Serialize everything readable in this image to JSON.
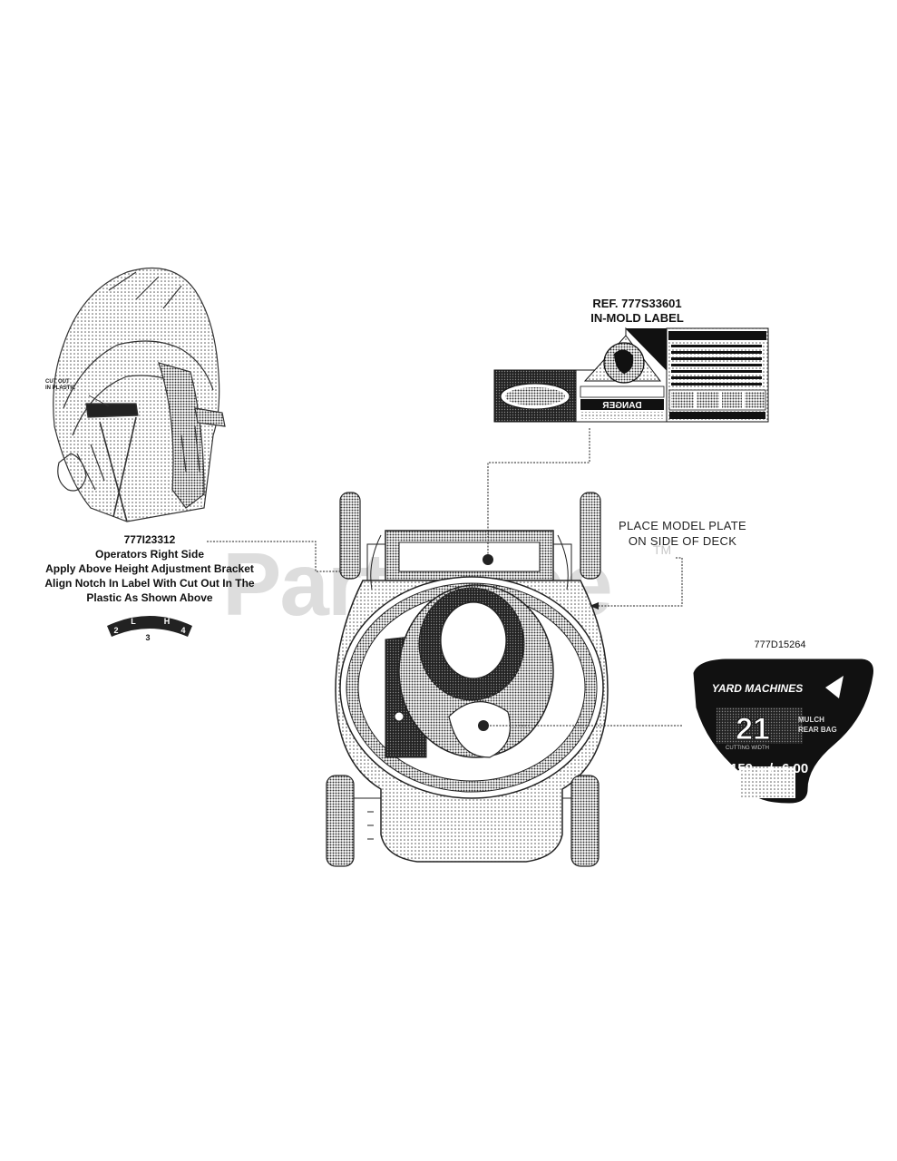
{
  "watermark": {
    "text": "PartsTree",
    "tm": "TM"
  },
  "in_mold_label": {
    "ref": "REF. 777S33601",
    "title": "IN-MOLD LABEL",
    "warning_word": "DANGER"
  },
  "model_plate": {
    "line1": "PLACE MODEL PLATE",
    "line2": "ON SIDE OF DECK"
  },
  "height_label": {
    "cutout": "CUT OUT\nIN PLASTIC",
    "cutout_line1": "CUT OUT",
    "cutout_line2": "IN PLASTIC",
    "part_number": "777I23312",
    "line1": "Operators Right Side",
    "line2": "Apply Above Height Adjustment Bracket",
    "line3": "Align Notch In Label With Cut Out In The",
    "line4": "Plastic As Shown Above",
    "scale": [
      "2",
      "L",
      "3",
      "H",
      "4"
    ]
  },
  "yard_machines_decal": {
    "part_number": "777D15264",
    "brand": "YARD MACHINES",
    "size": "21",
    "right_line1": "MULCH",
    "right_line2": "REAR BAG",
    "left_sub": "CUTTING WIDTH",
    "displacement": "159",
    "displacement_unit": "cc",
    "torque": "6.00"
  },
  "colors": {
    "ink": "#111111",
    "halftone": "#555555",
    "watermark": "#d8d8d8"
  }
}
